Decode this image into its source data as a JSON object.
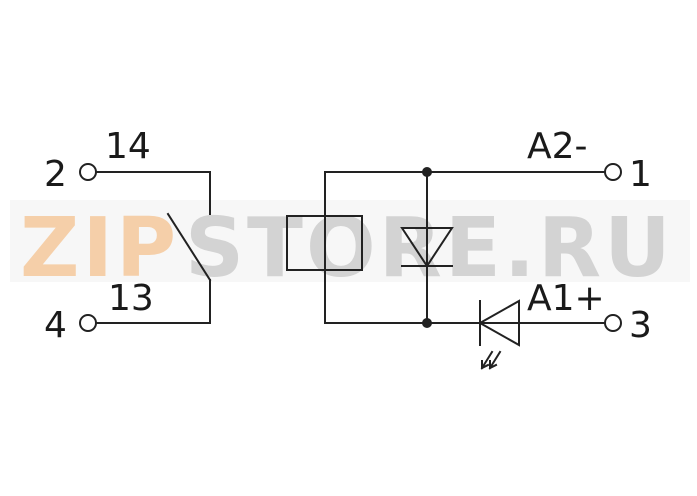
{
  "labels": {
    "t14": "14",
    "t13": "13",
    "t2": "2",
    "t4": "4",
    "a2": "A2-",
    "a1": "A1+",
    "t1": "1",
    "t3": "3"
  },
  "watermark": {
    "part_a": "ZIP",
    "part_b": "STORE.RU",
    "color_a": "#f5b06a",
    "color_b": "#a8a8a8"
  },
  "colors": {
    "line": "#222222",
    "background": "#ffffff"
  }
}
